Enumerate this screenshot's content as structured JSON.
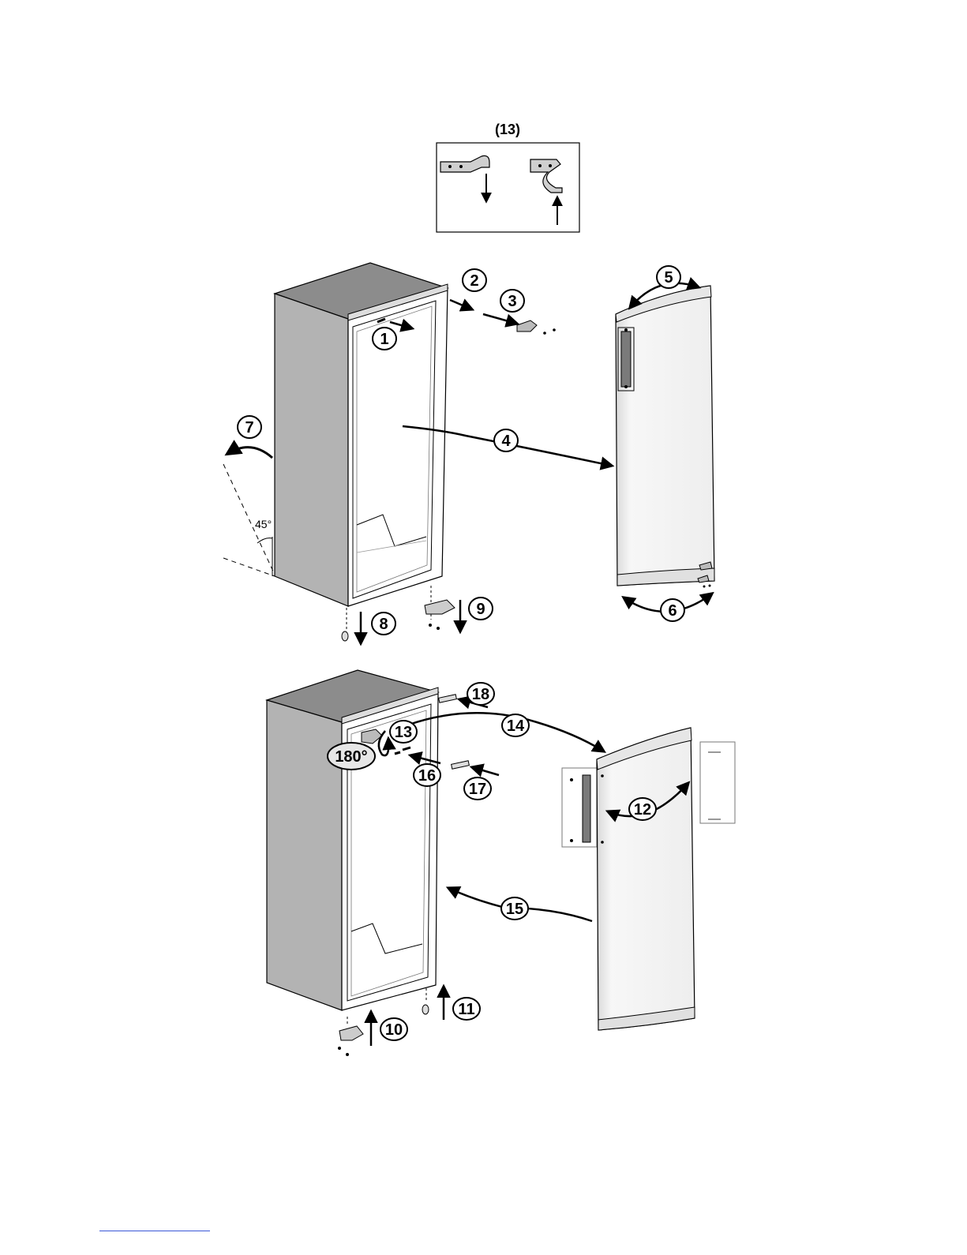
{
  "diagram": {
    "inset_label": "(13)",
    "steps": [
      "1",
      "2",
      "3",
      "4",
      "5",
      "6",
      "7",
      "8",
      "9",
      "10",
      "11",
      "12",
      "13",
      "14",
      "15",
      "16",
      "17",
      "18"
    ],
    "angles": {
      "tilt": "45°",
      "rotate": "180°"
    }
  },
  "colors": {
    "line": "#000000",
    "cabinet_side": "#b3b3b3",
    "cabinet_top": "#8c8c8c",
    "door_face": "#f2f2f2",
    "handle": "#666666"
  }
}
